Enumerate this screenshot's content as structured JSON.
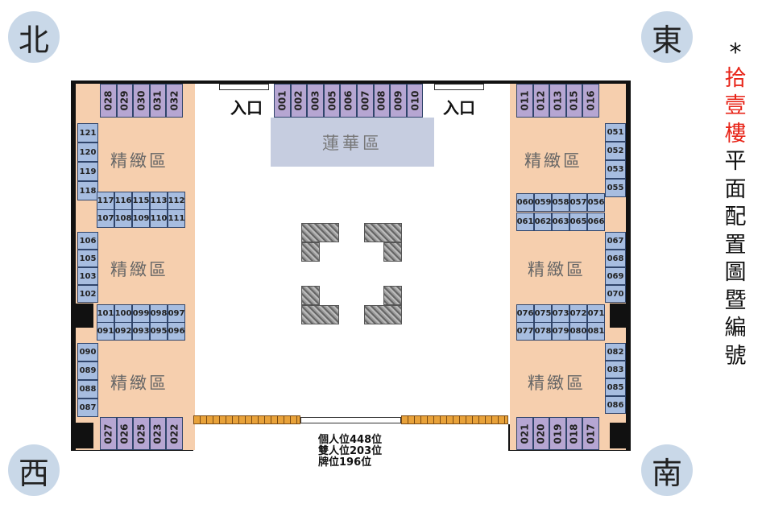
{
  "directions": {
    "north": "北",
    "east": "東",
    "west": "西",
    "south": "南"
  },
  "title_chars": [
    "*",
    "拾",
    "壹",
    "樓",
    "平",
    "面",
    "配",
    "置",
    "圖",
    "暨",
    "編",
    "號"
  ],
  "title_red_count": 3,
  "zones": {
    "premium": "精緻區",
    "lotus": "蓮華區"
  },
  "entrance": "入口",
  "stats": [
    "個人位448位",
    "雙人位203位",
    "牌位196位"
  ],
  "slots": {
    "top_left": [
      "028",
      "029",
      "030",
      "031",
      "032"
    ],
    "top_center": [
      "001",
      "002",
      "003",
      "005",
      "006",
      "007",
      "008",
      "009",
      "010"
    ],
    "top_right": [
      "011",
      "012",
      "013",
      "015",
      "016"
    ],
    "bottom_left": [
      "027",
      "026",
      "025",
      "023",
      "022"
    ],
    "bottom_right": [
      "021",
      "020",
      "019",
      "018",
      "017"
    ],
    "left_col_1": [
      "121",
      "120",
      "119",
      "118"
    ],
    "left_row_a": [
      "117",
      "116",
      "115",
      "113",
      "112"
    ],
    "left_row_b": [
      "107",
      "108",
      "109",
      "110",
      "111"
    ],
    "left_col_2": [
      "106",
      "105",
      "103",
      "102"
    ],
    "left_row_c": [
      "101",
      "100",
      "099",
      "098",
      "097"
    ],
    "left_row_d": [
      "091",
      "092",
      "093",
      "095",
      "096"
    ],
    "left_col_3": [
      "090",
      "089",
      "088",
      "087"
    ],
    "right_col_1": [
      "051",
      "052",
      "053",
      "055"
    ],
    "right_row_a": [
      "060",
      "059",
      "058",
      "057",
      "056"
    ],
    "right_row_b": [
      "061",
      "062",
      "063",
      "065",
      "066"
    ],
    "right_col_2": [
      "067",
      "068",
      "069",
      "070"
    ],
    "right_row_c": [
      "076",
      "075",
      "073",
      "072",
      "071"
    ],
    "right_row_d": [
      "077",
      "078",
      "079",
      "080",
      "081"
    ],
    "right_col_3": [
      "082",
      "083",
      "085",
      "086"
    ]
  }
}
